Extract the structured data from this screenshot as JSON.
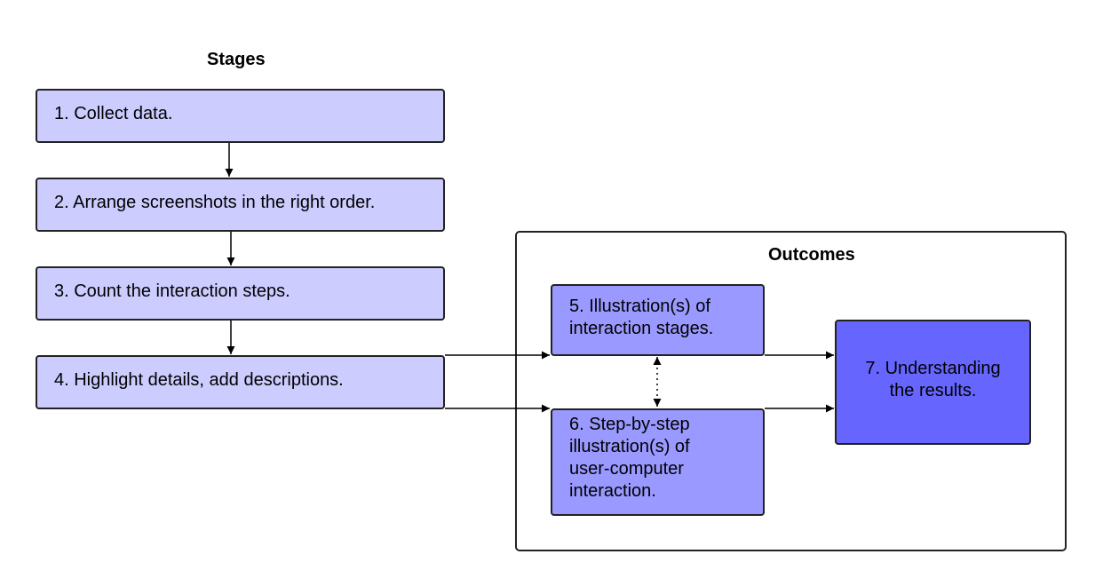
{
  "stages_heading": "Stages",
  "outcomes_heading": "Outcomes",
  "stages": [
    {
      "id": 1,
      "text": "1. Collect data."
    },
    {
      "id": 2,
      "text": "2. Arrange screenshots in the right order."
    },
    {
      "id": 3,
      "text": "3. Count the interaction steps."
    },
    {
      "id": 4,
      "text": "4. Highlight details, add descriptions."
    }
  ],
  "outcomes": [
    {
      "id": 5,
      "lines": [
        "5. Illustration(s) of",
        "interaction stages."
      ],
      "color": "#9999ff"
    },
    {
      "id": 6,
      "lines": [
        "6. Step-by-step",
        "illustration(s) of",
        "user-computer",
        "interaction."
      ],
      "color": "#9999ff"
    },
    {
      "id": 7,
      "lines": [
        "7. Understanding",
        "the results."
      ],
      "color": "#6666ff"
    }
  ],
  "colors": {
    "stage_fill": "#ccccff",
    "outcome_fill": "#9999ff",
    "result_fill": "#6666ff",
    "stroke": "#222222"
  }
}
